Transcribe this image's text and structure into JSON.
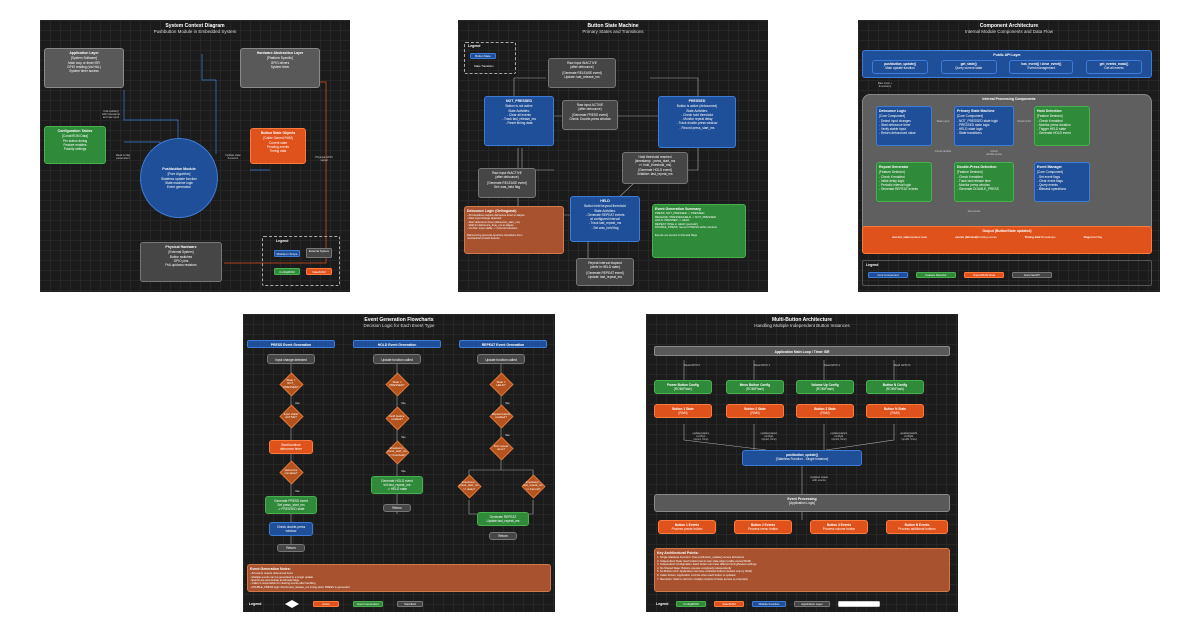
{
  "p1": {
    "title": "System Context Diagram",
    "subtitle": "Pushbutton Module in Embedded System",
    "app": {
      "title": "Application Layer",
      "stereo": "[System Software]",
      "lines": "Main loop or timer ISR\nGPIO reading (via HAL)\nSystem timer access"
    },
    "hal": {
      "title": "Hardware Abstraction Layer",
      "stereo": "[Platform Specific]",
      "lines": "GPIO drivers\nSystem timer"
    },
    "config": {
      "title": "Configuration Tables",
      "stereo": "[Const/ROM Data]",
      "lines": "Per-button timing\nFeature enables\nPolarity settings"
    },
    "module": {
      "title": "Pushbutton Module",
      "stereo": "[Pure Algorithm]",
      "lines": "Stateless update function\nState machine logic\nEvent generation"
    },
    "state": {
      "title": "Button State Objects",
      "stereo": "[Caller Owned RAM]",
      "lines": "Current state\nPending events\nTiming data"
    },
    "hw": {
      "title": "Physical Hardware",
      "stereo": "[External System]",
      "lines": "Button switches\nGPIO pins\nPull-up/down resistors"
    },
    "edge_app_module": "Call update()\nwith timestamp\nand raw input",
    "edge_config": "Read config\nparameters",
    "edge_state": "Update state\n& events",
    "edge_gpio": "Physical GPIO\nsignal",
    "legend": {
      "title": "Legend",
      "items": [
        "Module in Scope",
        "External System",
        "Config/ROM",
        "State/RAM"
      ]
    }
  },
  "p2": {
    "title": "Button State Machine",
    "subtitle": "Primary States and Transitions",
    "legend": {
      "title": "Legend",
      "state": "Button State",
      "transition": "State Transition"
    },
    "not_pressed": {
      "title": "NOT_PRESSED",
      "stereo": "Button is not active",
      "lines": "State Activities:\n- Clear all events\n- Track last_release_ms\n- Reset timing data"
    },
    "pressed": {
      "title": "PRESSED",
      "stereo": "Button is active (debounced)",
      "lines": "State Activities:\n- Check hold threshold\n- Monitor repeat delay\n- Track double-press window\n- Record press_start_ms"
    },
    "held": {
      "title": "HELD",
      "stereo": "Button held beyond threshold",
      "lines": "State Activities:\n- Generate REPEAT events\n  at configured interval\n- Track last_repeat_ms\n- Set was_held flag"
    },
    "t_release": [
      "Raw input INACTIVE",
      "(after debounce)",
      "[Generate RELEASE event]",
      "Update: last_release_ms"
    ],
    "t_press": [
      "Raw input ACTIVE",
      "(after debounce)",
      "[Generate PRESS event]",
      "Check: Double-press window"
    ],
    "t_hold": [
      "Hold threshold reached",
      "(timestamp - press_start_ms",
      ">= hold_threshold_ms)",
      "[Generate HOLD event]",
      "Initialize: last_repeat_ms"
    ],
    "t_held_release": [
      "Raw input INACTIVE",
      "(after debounce)",
      "[Generate RELEASE event]",
      "Set: was_held flag"
    ],
    "t_repeat": [
      "Repeat interval elapsed",
      "(while in HELD state)",
      "[Generate REPEAT event]",
      "Update: last_repeat_ms"
    ],
    "debounce": {
      "title": "Debounce Logic (Orthogonal)",
      "lines": "- All transitions require debounce timer to elapse\n- Raw input change detected\n- Start debounce timer (debounce_start_ms)\n- Wait for debounce_time_ms to elapse\n- Confirm input stable -> Commit transition\n\nDebouncing prevents spurious transitions from\nmechanical contact bounce"
    },
    "summary": {
      "title": "Event Generation Summary",
      "lines": "PRESS: NOT_PRESSED -> PRESSED\nRELEASE: PRESSED/HELD -> NOT_PRESSED\nHOLD: PRESSED -> HELD\nREPEAT: While in HELD (periodic)\nDOUBLE_PRESS: Second PRESS within window\n\nEvents are stored in bitmask flags"
    }
  },
  "p3": {
    "title": "Component Architecture",
    "subtitle": "Internal Module Components and Data Flow",
    "api": {
      "title": "Public API Layer",
      "items": [
        {
          "name": "pushbutton_update()",
          "desc": "Main update function"
        },
        {
          "name": "get_state()",
          "desc": "Query current state"
        },
        {
          "name": "has_event() / clear_event()",
          "desc": "Event management"
        },
        {
          "name": "get_events_mask()",
          "desc": "Get all events"
        }
      ]
    },
    "raw_input": "Raw input +\ntimestamp",
    "internal": "Internal Processing Components",
    "comps": [
      {
        "title": "Debounce Logic",
        "stereo": "[Core Component]",
        "lines": "- Detect input changes\n- Start debounce timer\n- Verify stable input\n- Return debounced value",
        "kind": "blue"
      },
      {
        "title": "Primary State Machine",
        "stereo": "[Core Component]",
        "lines": "- NOT_PRESSED state logic\n- PRESSED state logic\n- HELD state logic\n- State transitions",
        "kind": "blue"
      },
      {
        "title": "Hold Detection",
        "stereo": "[Feature Detector]",
        "lines": "- Check if enabled\n- Monitor press duration\n- Trigger HELD state\n- Generate HOLD event",
        "kind": "green"
      },
      {
        "title": "Repeat Generator",
        "stereo": "[Feature Detector]",
        "lines": "- Check if enabled\n- Initial delay logic\n- Periodic interval logic\n- Generate REPEAT events",
        "kind": "green"
      },
      {
        "title": "Double-Press Detection",
        "stereo": "[Feature Detector]",
        "lines": "- Check if enabled\n- Track last release time\n- Monitor press window\n- Generate DOUBLE_PRESS",
        "kind": "green"
      },
      {
        "title": "Event Manager",
        "stereo": "[Core Component]",
        "lines": "- Set event flags\n- Clear event flags\n- Query events\n- Bitmask operations",
        "kind": "blue"
      }
    ],
    "edges": [
      "State input",
      "Check hold",
      "Check double",
      "Check\ndouble-press",
      "Set events"
    ],
    "output": {
      "title": "Output (ButtonState updated)",
      "items": [
        {
          "name": "current_state",
          "desc": "Updated state"
        },
        {
          "name": "events (bitmask)",
          "desc": "Pending events"
        },
        {
          "name": "Timing data",
          "desc": "Timestamps"
        },
        {
          "name": "Flags",
          "desc": "Hold flag"
        }
      ]
    },
    "legend": {
      "title": "Legend",
      "items": [
        "Core Component",
        "Feature Detector",
        "Output/RAM Data",
        "External API"
      ]
    }
  },
  "p4": {
    "title": "Event Generation Flowcharts",
    "subtitle": "Decision Logic for Each Event Type",
    "cols": [
      {
        "header": "PRESS Event Generation",
        "start": "Input change detected",
        "d1": "State =\nNOT_\nPRESSED?",
        "d2": "Input stable\nACTIVE?",
        "a1": "Start/continue\ndebounce timer",
        "d3": "Debounce\ncomplete?",
        "gen": "Generate PRESS event\nSet press_start_ms\n-> PRESSED state",
        "check": "Check double-press\nwindow",
        "end": "Return"
      },
      {
        "header": "HOLD Event Generation",
        "start": "Update function called",
        "d1": "State =\nPRESSED?",
        "d2": "Hold feature\nenabled?",
        "d3": "timestamp -\npress_start_ms\n>= threshold?",
        "gen": "Generate HOLD event\nInit last_repeat_ms\n-> HELD state",
        "end": "Return"
      },
      {
        "header": "REPEAT Event Generation",
        "start": "Update function called",
        "d1": "State =\nHELD?",
        "d2": "Repeat feature\nenabled?",
        "d3": "First repeat\ndone?",
        "d4a": "timestamp -\npress_start_ms\n>= delay?",
        "d4b": "timestamp -\nlast_repeat_ms\n>= interval?",
        "gen": "Generate REPEAT\nUpdate last_repeat_ms",
        "end": "Return"
      }
    ],
    "yes": "Yes",
    "notes": {
      "title": "Event Generation Notes:",
      "lines": "- All events require debounced input\n- Multiple events can be generated in a single update\n- Events are accumulate as bitmask flags\n- Caller is responsible for clearing events after handling\n- DOUBLE_PRESS logic checks last_release_ms timing when PRESS is generated"
    },
    "legend": {
      "title": "Legend",
      "items": [
        "Action",
        "Event Generated",
        "Start/End"
      ]
    }
  },
  "p5": {
    "title": "Multi-Button Architecture",
    "subtitle": "Handling Multiple Independent Button Instances",
    "loop": "Application Main Loop / Timer ISR",
    "gpio": [
      "Read GPIO 0",
      "Read GPIO 1",
      "Read GPIO 2",
      "Read GPIO N"
    ],
    "configs": [
      {
        "name": "Power Button Config",
        "desc": "(ROM/Flash)"
      },
      {
        "name": "Menu Button Config",
        "desc": "(ROM/Flash)"
      },
      {
        "name": "Volume Up Config",
        "desc": "(ROM/Flash)"
      },
      {
        "name": "Button N Config",
        "desc": "(ROM/Flash)"
      }
    ],
    "states": [
      {
        "name": "Button 1 State",
        "desc": "(RAM)"
      },
      {
        "name": "Button 2 State",
        "desc": "(RAM)"
      },
      {
        "name": "Button 3 State",
        "desc": "(RAM)"
      },
      {
        "name": "Button N State",
        "desc": "(RAM)"
      }
    ],
    "calls": [
      "update(state1,\nconfig1,\ninput1, time)",
      "update(state2,\nconfig2,\ninput2, time)",
      "update(state3,\nconfig3,\ninput3, time)",
      "update(stateN,\nconfigN,\ninputN, time)"
    ],
    "update": {
      "name": "pushbutton_update()",
      "desc": "[Stateless Function - Single Instance]"
    },
    "updated": "Updated states\nwith events",
    "proc": {
      "name": "Event Processing",
      "desc": "[Application Logic]"
    },
    "events": [
      {
        "name": "Button 1 Events",
        "desc": "Process power button"
      },
      {
        "name": "Button 2 Events",
        "desc": "Process menu button"
      },
      {
        "name": "Button 3 Events",
        "desc": "Process volume button"
      },
      {
        "name": "Button N Events",
        "desc": "Process additional buttons"
      }
    ],
    "points": {
      "title": "Key Architectural Points:",
      "lines": "1. Single Stateless Function: One pushbutton_update() serves all buttons\n2. Independent State: Each button has its own state object (caller-owned RAM)\n3. Independent Configuration: Each button can have different timing/feature settings\n4. No Shared State: Buttons operate completely independently\n5. No Button Limit: Application can have unlimited buttons (limited only by RAM)\n6. Caller-Driven: Application controls when each button is updated\n7. Reentrant: Safe to call from multiple contexts (if state access is protected)"
    },
    "legend": {
      "title": "Legend",
      "items": [
        "Config/ROM",
        "State/RAM",
        "Module Function",
        "Application Layer",
        ""
      ]
    }
  }
}
